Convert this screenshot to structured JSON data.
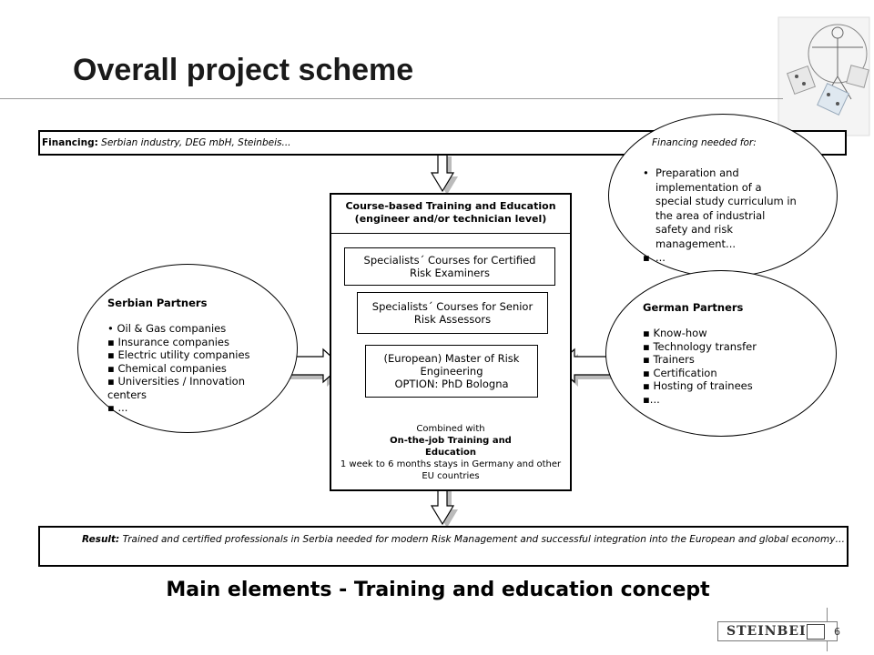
{
  "header": {
    "title": "Overall project  scheme"
  },
  "financing": {
    "label": "Financing:",
    "sources": "Serbian industry, DEG mbH, Steinbeis...",
    "needed_label": "Financing needed for:",
    "needed_items": [
      "Preparation and implementation of a special study curriculum in the area of industrial safety and risk management...",
      "..."
    ]
  },
  "center": {
    "heading_line1": "Course-based Training and Education",
    "heading_line2": "(engineer and/or technician level)",
    "course1": "Specialists´ Courses for  Certified Risk Examiners",
    "course2": "Specialists´ Courses for Senior Risk Assessors",
    "course3_line1": "(European) Master of Risk Engineering",
    "course3_line2": "OPTION: PhD Bologna",
    "combined_with": "Combined with",
    "ojt_title": "On-the-job Training and Education",
    "ojt_detail": "1 week to 6 months stays in Germany and other EU countries"
  },
  "serbian_partners": {
    "title": "Serbian Partners",
    "items": [
      "Oil & Gas companies",
      "Insurance companies",
      "Electric utility companies",
      "Chemical companies",
      "Universities / Innovation centers",
      "..."
    ]
  },
  "german_partners": {
    "title": "German Partners",
    "items": [
      "Know-how",
      "Technology transfer",
      "Trainers",
      "Certification",
      "Hosting of trainees",
      "..."
    ]
  },
  "result": {
    "label": "Result:",
    "text": "Trained and certified professionals in Serbia needed for modern Risk Management and successful integration into the European and global economy…"
  },
  "subtitle": "Main elements - Training and education concept",
  "footer": {
    "logo": "STEINBEIS",
    "page_number": "6"
  }
}
